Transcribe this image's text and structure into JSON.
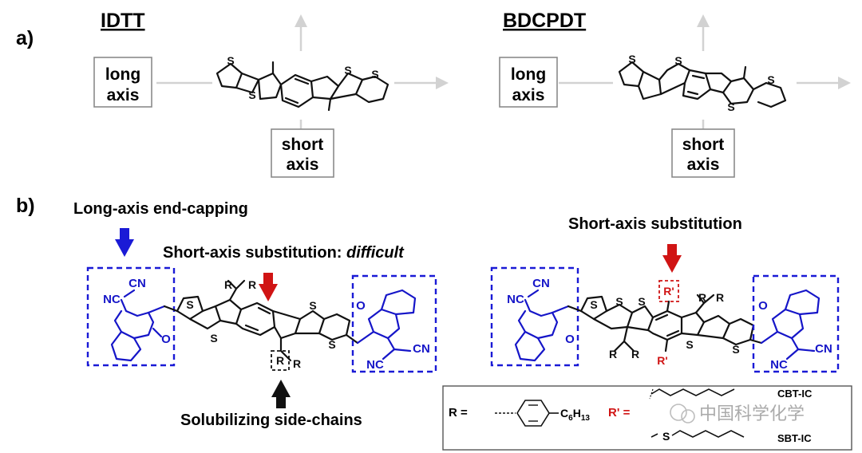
{
  "panels": {
    "a": {
      "label": "a)",
      "left": {
        "title": "IDTT",
        "long_axis": [
          "long",
          "axis"
        ],
        "short_axis": [
          "short",
          "axis"
        ]
      },
      "right": {
        "title": "BDCPDT",
        "long_axis": [
          "long",
          "axis"
        ],
        "short_axis": [
          "short",
          "axis"
        ]
      }
    },
    "b": {
      "label": "b)",
      "end_capping": "Long-axis end-capping",
      "short_axis_difficult": "Short-axis substitution: ",
      "difficult": "difficult",
      "short_axis_right": "Short-axis substitution",
      "solubilizing": "Solubilizing side-chains"
    }
  },
  "atoms": {
    "S": "S",
    "R": "R",
    "R_prime": "R'",
    "O": "O",
    "NC": "NC",
    "CN": "CN"
  },
  "legend": {
    "r_eq": "R =",
    "r_prime_eq": "R' =",
    "c6h13_c": "C",
    "c6h13_6": "6",
    "c6h13_h": "H",
    "c6h13_13": "13",
    "cbt": "CBT-IC",
    "sbt": "SBT-IC",
    "s_atom": "S"
  },
  "watermark": "中国科学化学",
  "colors": {
    "blue": "#1a1ad6",
    "red": "#d01414",
    "axis_gray": "#d2d2d2",
    "black": "#111111"
  }
}
